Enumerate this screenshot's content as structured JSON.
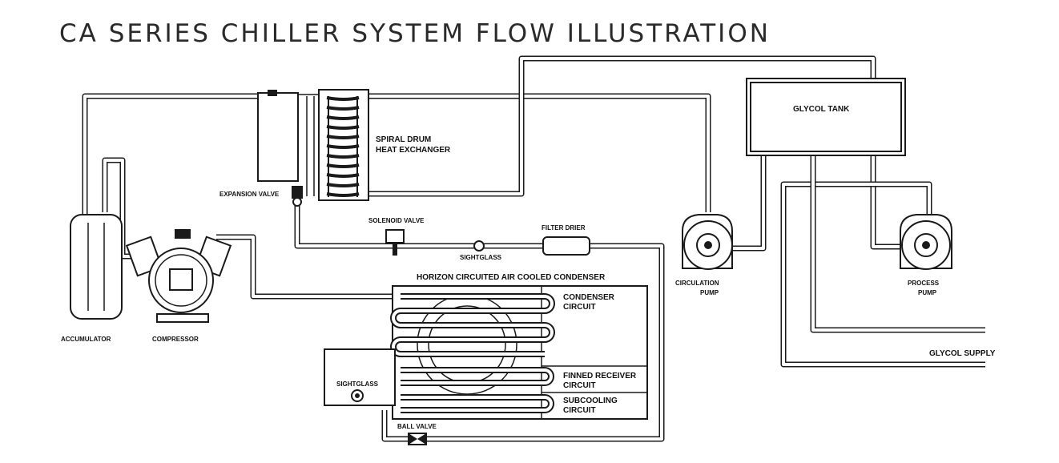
{
  "title": "CA SERIES CHILLER SYSTEM FLOW ILLUSTRATION",
  "labels": {
    "spiral_drum_1": "SPIRAL DRUM",
    "spiral_drum_2": "HEAT EXCHANGER",
    "expansion_valve": "EXPANSION VALVE",
    "glycol_tank": "GLYCOL TANK",
    "solenoid_valve": "SOLENOID VALVE",
    "filter_drier": "FILTER DRIER",
    "sightglass_top": "SIGHTGLASS",
    "condenser_title": "HORIZON CIRCUITED AIR COOLED CONDENSER",
    "condenser_circuit_1": "CONDENSER",
    "condenser_circuit_2": "CIRCUIT",
    "finned_receiver_1": "FINNED RECEIVER",
    "finned_receiver_2": "CIRCUIT",
    "subcooling_1": "SUBCOOLING",
    "subcooling_2": "CIRCUIT",
    "sightglass_bottom": "SIGHTGLASS",
    "ball_valve": "BALL VALVE",
    "accumulator": "ACCUMULATOR",
    "compressor": "COMPRESSOR",
    "circulation_pump_1": "CIRCULATION",
    "circulation_pump_2": "PUMP",
    "process_pump_1": "PROCESS",
    "process_pump_2": "PUMP",
    "glycol_supply": "GLYCOL SUPPLY"
  }
}
